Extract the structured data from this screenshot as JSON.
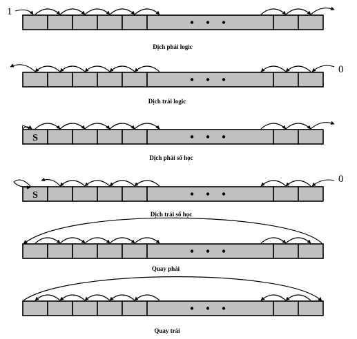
{
  "panels": [
    {
      "id": "logical-right-shift",
      "caption": "Dịch phải logic",
      "input_left": "1",
      "input_right": "",
      "sign": "",
      "rotate": "none"
    },
    {
      "id": "logical-left-shift",
      "caption": "Dịch trái logic",
      "input_left": "",
      "input_right": "0",
      "sign": "",
      "rotate": "none"
    },
    {
      "id": "arithmetic-right-shift",
      "caption": "Dịch phải số học",
      "input_left": "",
      "input_right": "",
      "sign": "S",
      "rotate": "none"
    },
    {
      "id": "arithmetic-left-shift",
      "caption": "Dịch trái số học",
      "input_left": "",
      "input_right": "0",
      "sign": "S",
      "rotate": "none"
    },
    {
      "id": "rotate-right",
      "caption": "Quay phải",
      "input_left": "",
      "input_right": "",
      "sign": "",
      "rotate": "right"
    },
    {
      "id": "rotate-left",
      "caption": "Quay trái",
      "input_left": "",
      "input_right": "",
      "sign": "",
      "rotate": "left"
    }
  ]
}
